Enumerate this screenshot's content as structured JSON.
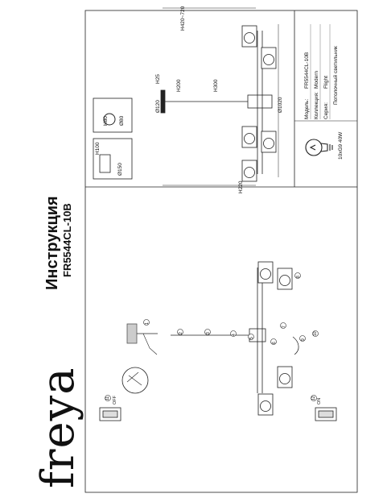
{
  "brand": "freya",
  "header": {
    "title": "Инструкция",
    "model": "FR5544CL-10B"
  },
  "lamp_box": {
    "bulb_spec": "10xG9 40W"
  },
  "info": [
    {
      "key": "Модель:",
      "value": "FR5544CL-10B"
    },
    {
      "key": "Коллекция:",
      "value": "Modern"
    },
    {
      "key": "Серия:",
      "value": "Flight"
    },
    {
      "key": "",
      "value": "Потолочный светильник"
    }
  ],
  "dimensions": {
    "total_height": "H420~720",
    "diameter": "Ø1020",
    "h300": "H300",
    "h200": "H200",
    "h25": "H25",
    "d120": "Ø120",
    "h220": "H220"
  },
  "shade_a": {
    "height": "H80",
    "diameter": "Ø80"
  },
  "shade_b": {
    "height": "H100",
    "diameter": "Ø150"
  },
  "switch_states": {
    "off": "OFF",
    "on": "ON"
  },
  "steps": [
    "1",
    "2",
    "3",
    "4",
    "5",
    "6",
    "7",
    "8",
    "9",
    "10",
    "11",
    "12"
  ],
  "colors": {
    "line": "#222222",
    "text": "#111111"
  }
}
